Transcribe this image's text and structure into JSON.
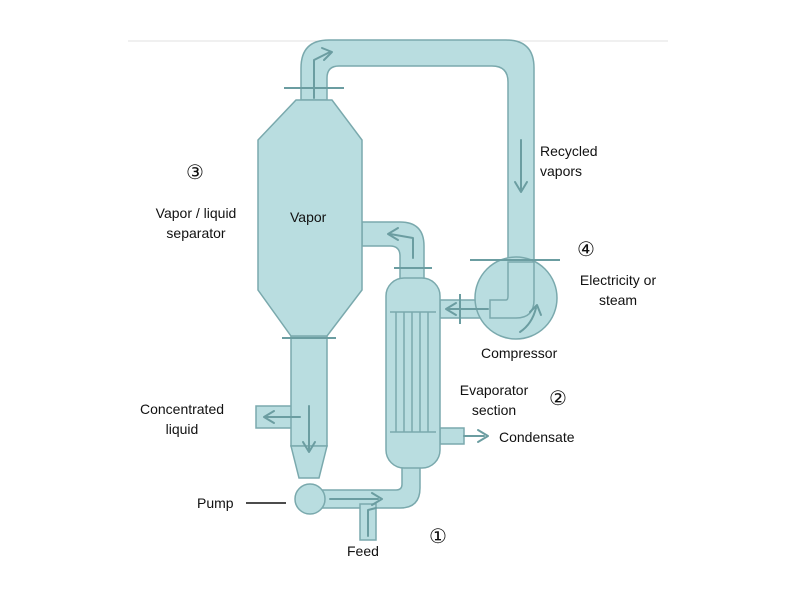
{
  "diagram": {
    "colors": {
      "fill": "#b9dde0",
      "stroke": "#7aa9ad",
      "arrow": "#6b9da1",
      "text": "#111111",
      "rule": "#d9d9d9"
    },
    "labels": {
      "recycled_vapors_1": "Recycled",
      "recycled_vapors_2": "vapors",
      "separator_1": "Vapor / liquid",
      "separator_2": "separator",
      "vapor": "Vapor",
      "electricity_1": "Electricity or",
      "electricity_2": "steam",
      "compressor": "Compressor",
      "evaporator_1": "Evaporator",
      "evaporator_2": "section",
      "condensate": "Condensate",
      "concentrated_1": "Concentrated",
      "concentrated_2": "liquid",
      "pump": "Pump",
      "feed": "Feed"
    },
    "markers": {
      "feed": "①",
      "evaporator": "②",
      "separator": "③",
      "compressor": "④"
    }
  }
}
